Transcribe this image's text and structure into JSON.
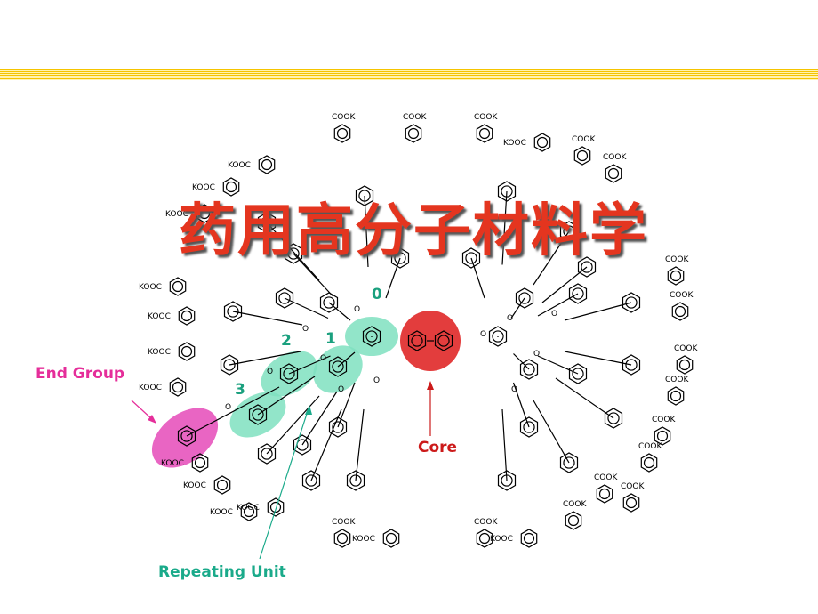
{
  "slide": {
    "title": "药用高分子材料学"
  },
  "labels": {
    "end_group": "End Group",
    "core": "Core",
    "repeating_unit": "Repeating Unit"
  },
  "generations": [
    "0",
    "1",
    "2",
    "3"
  ],
  "groups": {
    "cook": "COOK",
    "kooc": "KOOC",
    "o": "O"
  },
  "colors": {
    "title": "#e4351f",
    "end_group": "#e52e9a",
    "core": "#cc1a1a",
    "repeating_unit": "#1aaa8a",
    "rule": "#f5c400"
  }
}
